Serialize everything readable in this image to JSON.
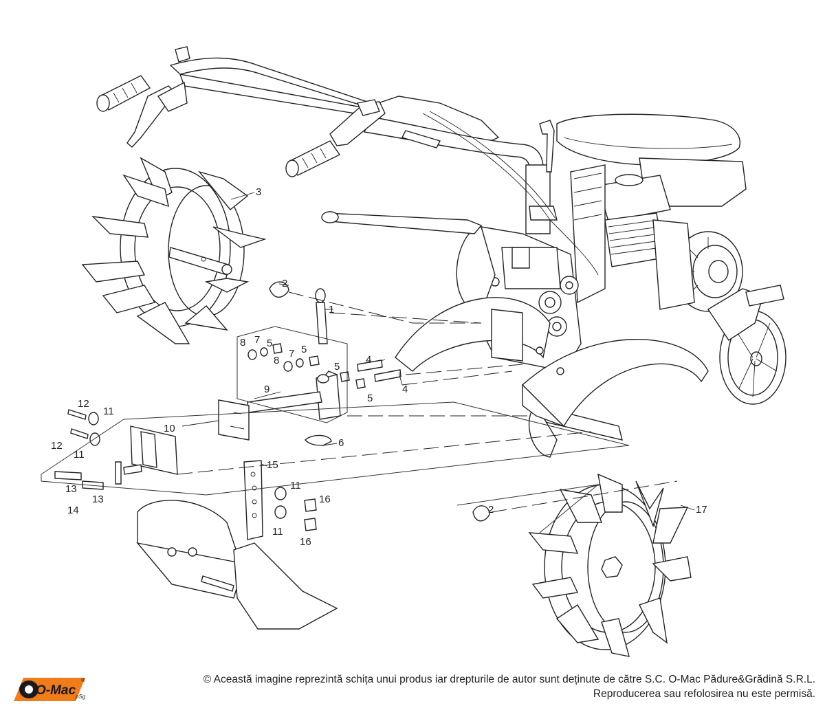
{
  "callouts": {
    "c1": "1",
    "c2a": "2",
    "c2b": "2",
    "c3": "3",
    "c4a": "4",
    "c4b": "4",
    "c5a": "5",
    "c5b": "5",
    "c5c": "5",
    "c5d": "5",
    "c6": "6",
    "c7a": "7",
    "c7b": "7",
    "c8a": "8",
    "c8b": "8",
    "c9": "9",
    "c10": "10",
    "c11a": "11",
    "c11b": "11",
    "c11c": "11",
    "c11d": "11",
    "c12a": "12",
    "c12b": "12",
    "c13a": "13",
    "c13b": "13",
    "c14": "14",
    "c15": "15",
    "c16a": "16",
    "c16b": "16",
    "c17": "17"
  },
  "footer": {
    "logo_text": "O-Mac",
    "logo_sub": "pSg",
    "logo_reg": "®",
    "copyright_line1": "© Această imagine reprezintă schița unui produs iar drepturile de autor sunt deținute de către S.C. O-Mac Pădure&Grădină S.R.L.",
    "copyright_line2": "Reproducerea sau refolosirea nu este permisă."
  },
  "colors": {
    "line": "#222222",
    "logo_orange": "#f07c1a",
    "logo_dark": "#1a1a1a"
  }
}
